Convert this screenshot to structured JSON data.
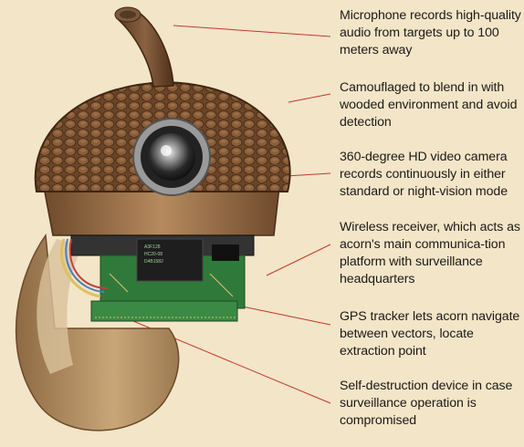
{
  "callouts": [
    {
      "text": "Microphone records high-quality audio from targets up to 100 meters away"
    },
    {
      "text": "Camouflaged to blend in with wooded environment and avoid detection"
    },
    {
      "text": "360-degree HD video camera records continuously in either standard or night-vision mode"
    },
    {
      "text": "Wireless receiver, which acts as acorn's main communica-tion platform with surveillance headquarters"
    },
    {
      "text": "GPS tracker lets acorn navigate between vectors, locate extraction point"
    },
    {
      "text": "Self-destruction device in case surveillance operation is compromised"
    }
  ],
  "colors": {
    "background": "#f3e5c8",
    "leader_line": "#c0392b",
    "cap_dark": "#5a3a22",
    "cap_light": "#8a5e3b",
    "shell": "#b08a5c",
    "circuit": "#2f7a3a"
  },
  "icons": [
    "acorn-illustration",
    "camera-lens-icon",
    "circuit-board-icon",
    "microphone-stem-icon"
  ]
}
